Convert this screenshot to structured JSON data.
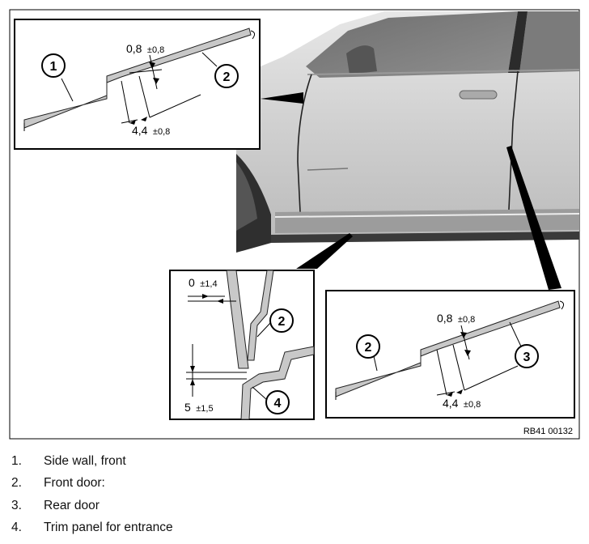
{
  "figure": {
    "code": "RB41 00132",
    "callouts": {
      "top_left": {
        "marker_a": "1",
        "marker_b": "2",
        "gap": "0,8",
        "gap_tol": "±0,8",
        "flush": "4,4",
        "flush_tol": "±0,8"
      },
      "bottom_center": {
        "marker_a": "2",
        "marker_b": "4",
        "gap": "0",
        "gap_tol": "±1,4",
        "flush": "5",
        "flush_tol": "±1,5"
      },
      "bottom_right": {
        "marker_a": "2",
        "marker_b": "3",
        "gap": "0,8",
        "gap_tol": "±0,8",
        "flush": "4,4",
        "flush_tol": "±0,8"
      }
    }
  },
  "legend": [
    {
      "num": "1.",
      "text": "Side wall, front"
    },
    {
      "num": "2.",
      "text": "Front door:"
    },
    {
      "num": "3.",
      "text": "Rear door"
    },
    {
      "num": "4.",
      "text": "Trim panel for entrance"
    }
  ]
}
